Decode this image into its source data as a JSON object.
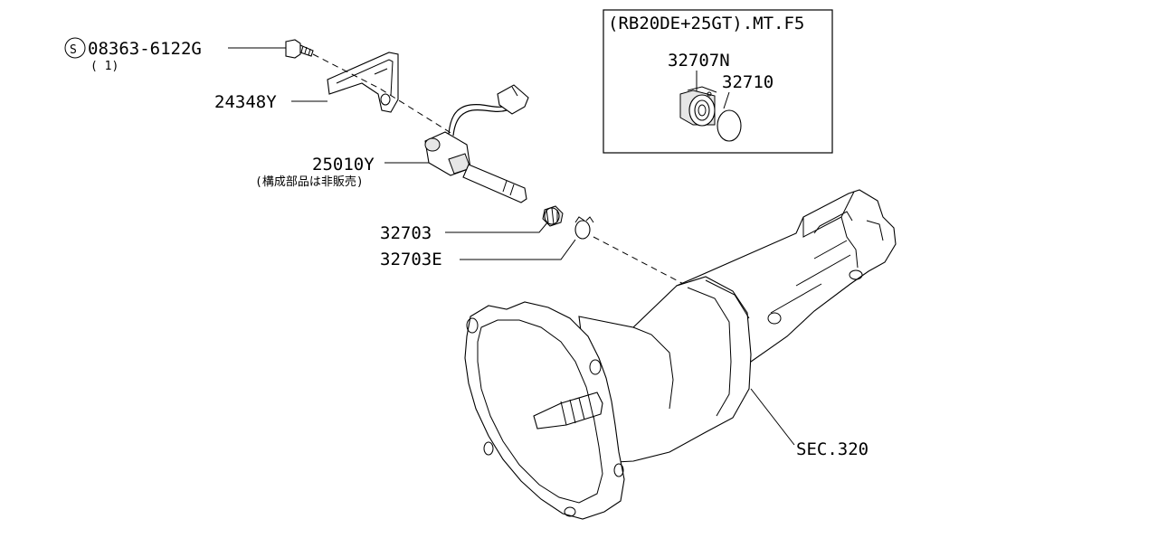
{
  "variant_box": {
    "title": "(RB20DE+25GT).MT.F5",
    "parts": [
      {
        "code": "32707N"
      },
      {
        "code": "32710"
      }
    ]
  },
  "callouts": {
    "bolt": {
      "code": "08363-6122G",
      "qty": "( 1)",
      "symbol": "S"
    },
    "bracket": {
      "code": "24348Y"
    },
    "speed_sensor": {
      "code": "25010Y",
      "note": "(構成部品は非販売)"
    },
    "gear": {
      "code": "32703"
    },
    "clip": {
      "code": "32703E"
    },
    "transmission": {
      "code": "SEC.320"
    }
  }
}
